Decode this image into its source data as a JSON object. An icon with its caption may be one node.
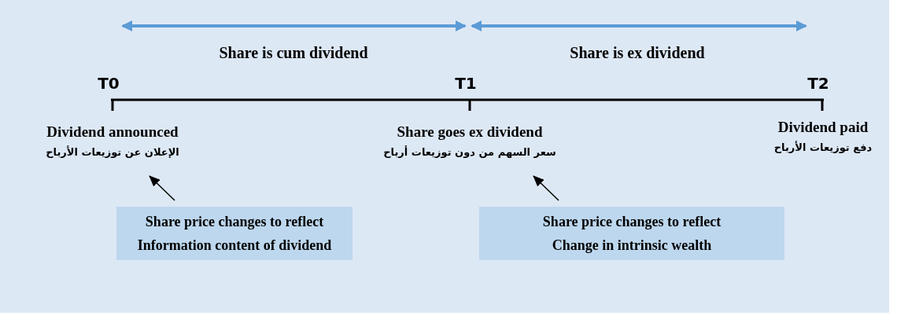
{
  "diagram": {
    "nodes": [
      {
        "text": [
          "Dividend announced",
          "الإعلان عن توزيعات الأرباح"
        ]
      },
      {
        "text": [
          "Share goes ex dividend",
          "سعر السهم من دون توزيعات أرباح"
        ]
      },
      {
        "text": [
          "Dividend paid",
          "دفع توزيعات الأرباح"
        ]
      },
      {
        "text": [
          "Share price changes to reflect Information content of dividend"
        ]
      },
      {
        "text": [
          "Share price changes to reflect Change in intrinsic wealth"
        ]
      }
    ],
    "edges": [
      {
        "from": 3,
        "to": 0,
        "arrow": "to"
      },
      {
        "from": 4,
        "to": 1,
        "arrow": "to"
      }
    ],
    "labels": [
      "Share is cum dividend",
      "Share is ex dividend",
      "T0",
      "T1",
      "T2"
    ]
  }
}
